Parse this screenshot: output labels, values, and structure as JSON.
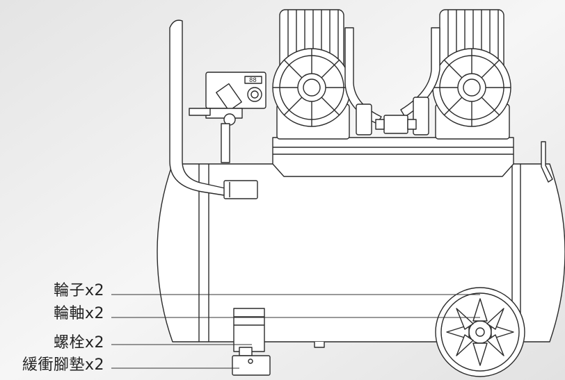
{
  "parts": [
    {
      "id": "wheel",
      "label": "輪子x2"
    },
    {
      "id": "axle",
      "label": "輪軸x2"
    },
    {
      "id": "bolt",
      "label": "螺栓x2"
    },
    {
      "id": "cushion-pad",
      "label": "緩衝腳墊x2"
    }
  ],
  "gauge": {
    "display": "88"
  },
  "colors": {
    "background": "#ececec",
    "line": "#2a2a2a",
    "fill": "#ffffff"
  }
}
